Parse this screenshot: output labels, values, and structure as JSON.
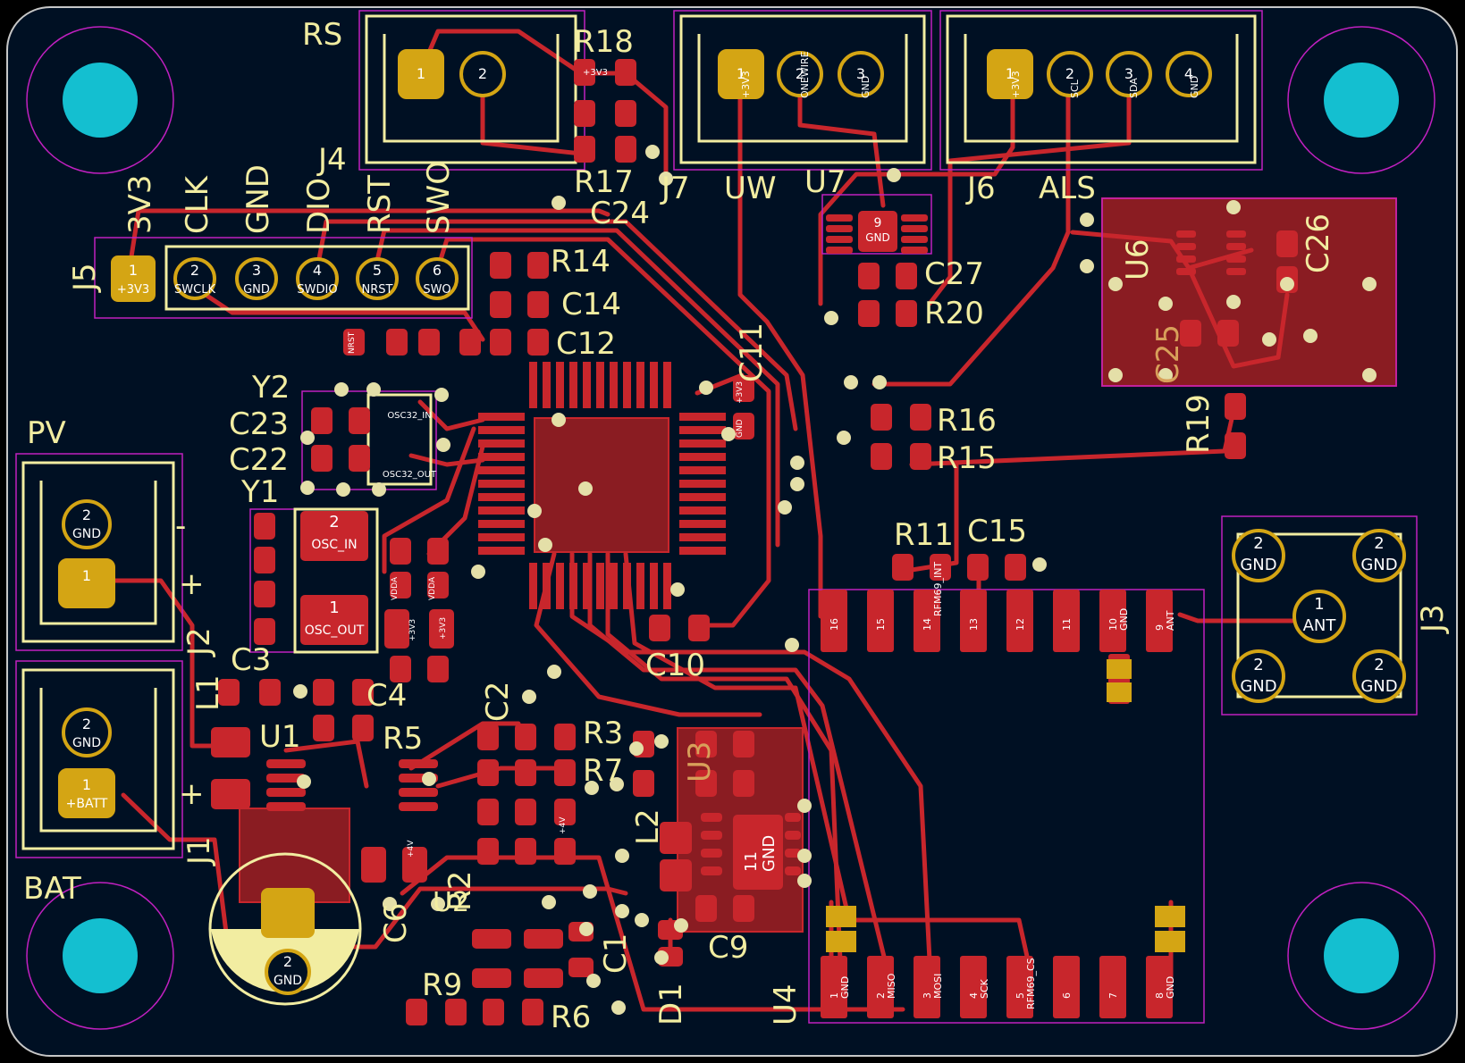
{
  "colors": {
    "background": "#000000",
    "board": "#001023",
    "outline": "#c7c7c7",
    "copper": "#c8262c",
    "copper_dark": "#8a1c22",
    "silkscreen": "#f2eda1",
    "pad_gold": "#d4a514",
    "courtyard": "#c020c0",
    "mounting_hole": "#14bfd0",
    "via": "#e4dfa8"
  },
  "labels": {
    "RS": "RS",
    "R18": "R18",
    "J4": "J4",
    "R17": "R17",
    "C24": "C24",
    "J7": "J7",
    "UW": "UW",
    "U7": "U7",
    "J6": "J6",
    "ALS": "ALS",
    "V3": "3V3",
    "CLK": "CLK",
    "GND": "GND",
    "DIO": "DIO",
    "RST": "RST",
    "SWO": "SWO",
    "J5": "J5",
    "R14": "R14",
    "C14": "C14",
    "C12": "C12",
    "C11": "C11",
    "C27": "C27",
    "R20": "R20",
    "U6": "U6",
    "C26": "C26",
    "C25": "C25",
    "R19": "R19",
    "R16": "R16",
    "R15": "R15",
    "Y2": "Y2",
    "C23": "C23",
    "C22": "C22",
    "Y1": "Y1",
    "PV": "PV",
    "J2": "J2",
    "R11": "R11",
    "C15": "C15",
    "J3": "J3",
    "C3": "C3",
    "L1": "L1",
    "U1": "U1",
    "C4": "C4",
    "R5": "R5",
    "C2": "C2",
    "R3": "R3",
    "R7": "R7",
    "C10": "C10",
    "U3": "U3",
    "L2": "L2",
    "BAT": "BAT",
    "J1": "J1",
    "R2": "R2",
    "U2": "U2",
    "C6": "C6",
    "C1": "C1",
    "C9": "C9",
    "R9": "R9",
    "R6": "R6",
    "D1": "D1",
    "U4": "U4",
    "minus": "-",
    "plus1": "+",
    "plus2": "+"
  },
  "pins": {
    "j4_1": "1",
    "j4_2": "2",
    "j7_1": "1",
    "j7_1n": "+3V3",
    "j7_2": "2",
    "j7_2n": "ONEWIRE",
    "j7_3": "3",
    "j7_3n": "GND",
    "j6_1": "1",
    "j6_1n": "+3V3",
    "j6_2": "2",
    "j6_2n": "SCL",
    "j6_3": "3",
    "j6_3n": "SDA",
    "j6_4": "4",
    "j6_4n": "GND",
    "j5_1": "1",
    "j5_1n": "+3V3",
    "j5_2": "2",
    "j5_2n": "SWCLK",
    "j5_3": "3",
    "j5_3n": "GND",
    "j5_4": "4",
    "j5_4n": "SWDIO",
    "j5_5": "5",
    "j5_5n": "NRST",
    "j5_6": "6",
    "j5_6n": "SWO",
    "j2_2": "2",
    "j2_2n": "GND",
    "j2_1": "1",
    "j1_2": "2",
    "j1_2n": "GND",
    "j1_1": "1",
    "j1_1n": "+BATT",
    "j3_2a": "2",
    "j3_2an": "GND",
    "j3_2b": "2",
    "j3_2bn": "GND",
    "j3_1": "1",
    "j3_1n": "ANT",
    "j3_2c": "2",
    "j3_2cn": "GND",
    "j3_2d": "2",
    "j3_2dn": "GND",
    "c6_2": "2",
    "c6_2n": "GND",
    "u4_16": "16",
    "u4_15": "15",
    "u4_14": "14",
    "u4_14n": "RFM69_INT",
    "u4_13": "13",
    "u4_12": "12",
    "u4_11": "11",
    "u4_10": "10",
    "u4_10n": "GND",
    "u4_9": "9",
    "u4_9n": "ANT",
    "u4_1": "1",
    "u4_1n": "GND",
    "u4_2": "2",
    "u4_2n": "MISO",
    "u4_3": "3",
    "u4_3n": "MOSI",
    "u4_4": "4",
    "u4_4n": "SCK",
    "u4_5": "5",
    "u4_5n": "RFM69_CS",
    "u4_6": "6",
    "u4_7": "7",
    "u4_8": "8",
    "u4_8n": "GND",
    "y1_2": "2",
    "y1_2n": "OSC_IN",
    "y1_1": "1",
    "y1_1n": "OSC_OUT",
    "u7_9": "9",
    "u7_9n": "GND",
    "u3_11": "11",
    "u3_11n": "GND",
    "osc32_in": "OSC32_IN",
    "osc32_out": "OSC32_OUT",
    "vdda": "VDDA",
    "v33": "+3V3",
    "v4": "+4V",
    "gnd": "GND",
    "nrst": "NRST"
  }
}
